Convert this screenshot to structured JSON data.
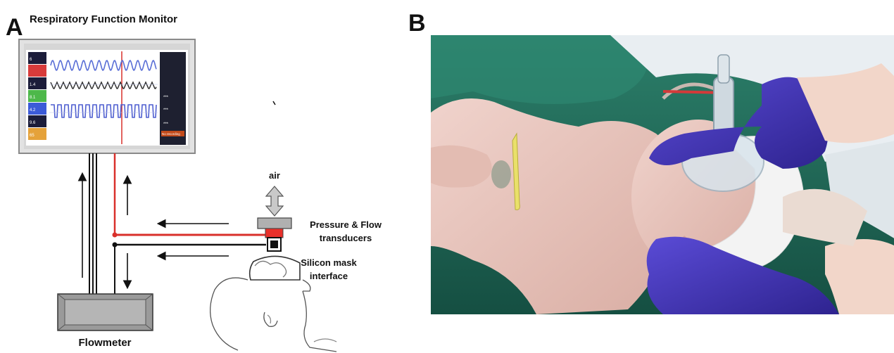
{
  "panel_a": {
    "letter": "A",
    "title": "Respiratory Function Monitor",
    "labels": {
      "air": "air",
      "transducers_line1": "Pressure & Flow",
      "transducers_line2": "transducers",
      "mask_line1": "Silicon mask",
      "mask_line2": "interface",
      "flowmeter": "Flowmeter"
    },
    "monitor_side_values": [
      "6",
      "1.4",
      "8.1",
      "4.2",
      "9.6",
      "65"
    ],
    "monitor_readouts": [
      "***",
      "***",
      "***"
    ],
    "monitor_button": "No recording",
    "colors": {
      "pressure_line": "#d9302b",
      "flow_line": "#111111",
      "wave_top": "#5a6fd6",
      "wave_mid": "#2b2b2b",
      "wave_bottom": "#4f5fd0",
      "mask_accent": "#e8302a"
    }
  },
  "panel_b": {
    "letter": "B",
    "colors": {
      "drape": "#1f6b5a",
      "glove": "#4a3cc4",
      "skin": "#e9c7bf",
      "hat": "#f3f3f3",
      "clamp": "#e9e06a"
    }
  }
}
